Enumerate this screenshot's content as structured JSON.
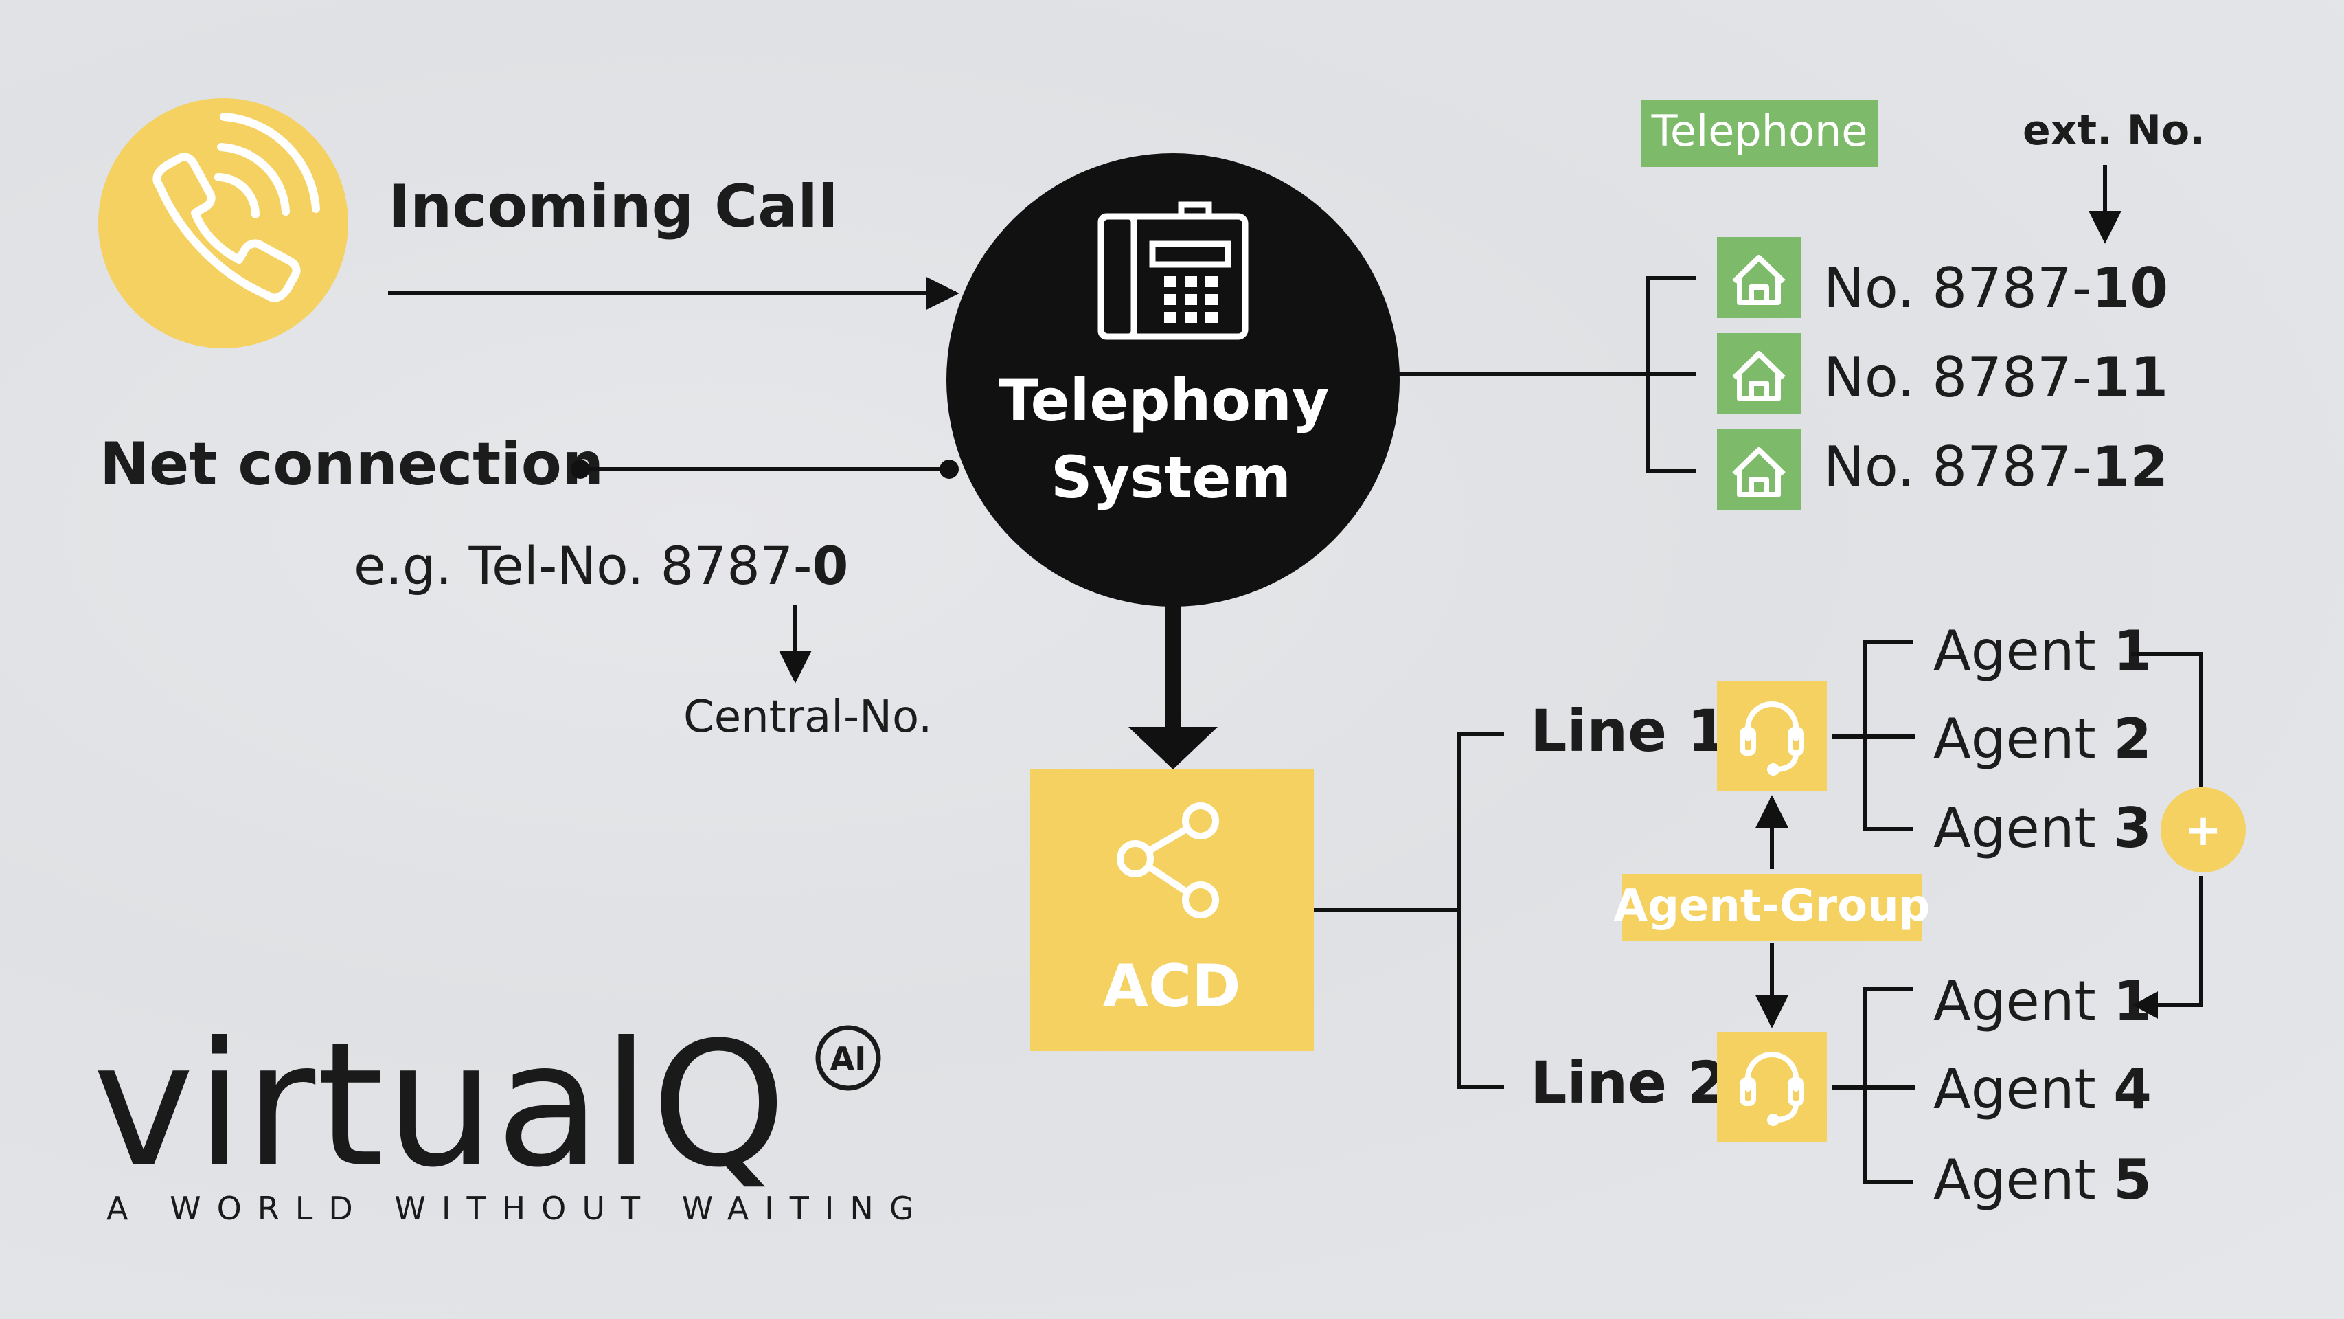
{
  "incoming": {
    "label": "Incoming Call"
  },
  "net": {
    "label": "Net connection",
    "example_prefix": "e.g. Tel-No. 8787-",
    "example_suffix": "0",
    "central": "Central-No."
  },
  "telephony": {
    "line1": "Telephony",
    "line2": "System"
  },
  "extensions": {
    "header": "Telephone",
    "ext_label": "ext. No.",
    "items": [
      {
        "prefix": "No. 8787-",
        "ext": "10"
      },
      {
        "prefix": "No. 8787-",
        "ext": "11"
      },
      {
        "prefix": "No. 8787-",
        "ext": "12"
      }
    ]
  },
  "acd": {
    "label": "ACD"
  },
  "lines": [
    {
      "label": "Line 1",
      "agents": [
        {
          "name": "Agent ",
          "num": "1"
        },
        {
          "name": "Agent ",
          "num": "2"
        },
        {
          "name": "Agent ",
          "num": "3"
        }
      ]
    },
    {
      "label": "Line 2",
      "agents": [
        {
          "name": "Agent ",
          "num": "1"
        },
        {
          "name": "Agent ",
          "num": "4"
        },
        {
          "name": "Agent ",
          "num": "5"
        }
      ]
    }
  ],
  "agent_group": {
    "label": "Agent-Group"
  },
  "plus": {
    "symbol": "+"
  },
  "logo": {
    "brand": "virtualQ",
    "badge": "AI",
    "tagline": "A WORLD WITHOUT WAITING"
  },
  "colors": {
    "yellow": "#f4d160",
    "green": "#7dbb6a",
    "black": "#111111",
    "text": "#1c1c1c"
  }
}
